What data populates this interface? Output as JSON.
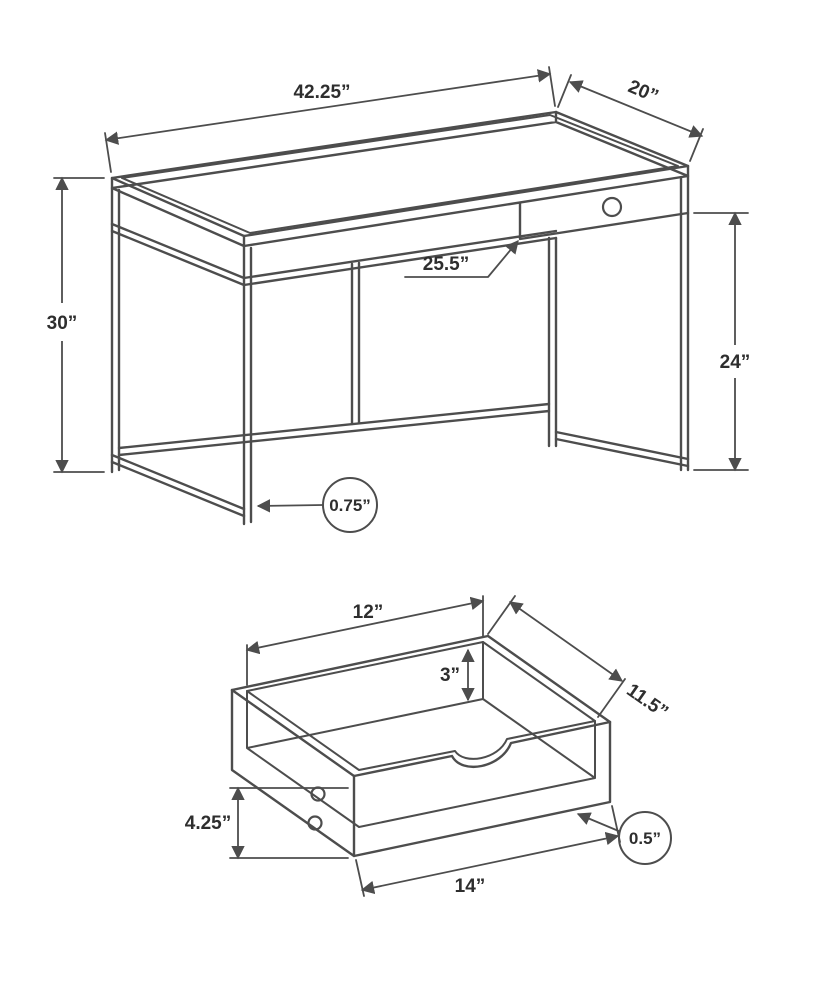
{
  "colors": {
    "line": "#4d4d4d",
    "text": "#2e2e2e",
    "background": "#ffffff"
  },
  "desk": {
    "labels": {
      "width": "42.25”",
      "depth": "20”",
      "height": "30”",
      "clearance_width": "25.5”",
      "clearance_height": "24”",
      "frame_thickness": "0.75”"
    }
  },
  "drawer": {
    "labels": {
      "inner_width": "12”",
      "inner_height": "3”",
      "depth": "11.5”",
      "height": "4.25”",
      "panel_thickness": "0.5”",
      "outer_width": "14”"
    }
  }
}
